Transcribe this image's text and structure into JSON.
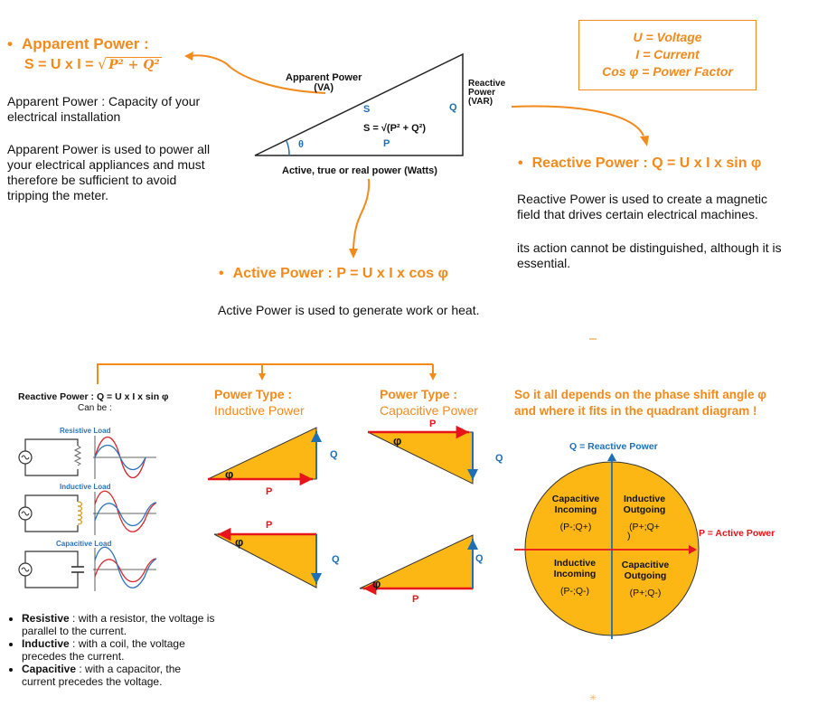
{
  "definitions": {
    "u": "U = Voltage",
    "i": "I = Current",
    "cos": "Cos φ = Power Factor"
  },
  "apparent": {
    "heading": "Apparent Power :",
    "formula_prefix": "S = U x I = ",
    "formula_sqrt": "P² + Q²",
    "desc1": "Apparent Power : Capacity of your electrical installation",
    "desc2": "Apparent Power is used to power all your electrical appliances and must therefore be sufficient to avoid tripping the meter."
  },
  "triangle": {
    "apparent_label_1": "Apparent Power",
    "apparent_label_2": "(VA)",
    "reactive_label_1": "Reactive",
    "reactive_label_2": "Power",
    "reactive_label_3": "(VAR)",
    "s": "S",
    "q": "Q",
    "p": "P",
    "theta": "θ",
    "formula": "S = √(P² + Q²)",
    "base_label": "Active, true or real power (Watts)"
  },
  "reactive": {
    "heading": "Reactive Power : Q = U x I x sin φ",
    "desc1": "Reactive Power is used to create a magnetic field that drives certain electrical machines.",
    "desc2": "its action cannot be distinguished, although it is essential."
  },
  "active": {
    "heading": "Active Power : P = U x I x cos φ",
    "desc": "Active Power is used to generate work or heat."
  },
  "loads": {
    "title": "Reactive Power : Q = U x I x sin φ",
    "can_be": "Can be :",
    "resistive": "Resistive Load",
    "inductive": "Inductive Load",
    "capacitive": "Capacitive Load"
  },
  "bullets": [
    {
      "term": "Resistive",
      "text": " : with a resistor, the voltage is parallel to the current."
    },
    {
      "term": "Inductive",
      "text": " : with a coil, the voltage precedes the current."
    },
    {
      "term": "Capacitive",
      "text": " : with a capacitor, the current precedes the voltage."
    }
  ],
  "inductive_type": {
    "line1": "Power Type :",
    "line2": "Inductive Power",
    "q": "Q",
    "p": "P",
    "phi": "φ"
  },
  "capacitive_type": {
    "line1": "Power Type :",
    "line2": "Capacitive Power",
    "q": "Q",
    "p": "P",
    "phi": "φ"
  },
  "quadrant": {
    "heading1": "So it all depends on the phase shift angle φ",
    "heading2": "and where it fits in the quadrant diagram !",
    "y_axis": "Q = Reactive Power",
    "x_axis": "P = Active Power",
    "tl_1": "Capacitive",
    "tl_2": "Incoming",
    "tl_3": "(P-;Q+)",
    "tr_1": "Inductive",
    "tr_2": "Outgoing",
    "tr_3": "(P+;Q+",
    "tr_4": ")",
    "bl_1": "Inductive",
    "bl_2": "Incoming",
    "bl_3": "(P-;Q-)",
    "br_1": "Capacitive",
    "br_2": "Outgoing",
    "br_3": "(P+;Q-)"
  },
  "colors": {
    "accent": "#F28A1C",
    "fill": "#FDB714",
    "red": "#E8141B",
    "blue": "#1F6FB8"
  }
}
